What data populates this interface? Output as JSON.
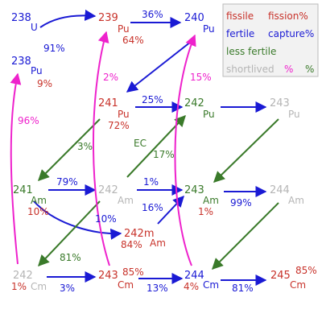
{
  "colors": {
    "blue": "#1a1ad4",
    "red": "#c8322a",
    "green": "#3a7a2a",
    "gray": "#b5b5b5",
    "magenta": "#ee22cc"
  },
  "nuclides": {
    "u238": {
      "mass": "238",
      "sym": "U"
    },
    "pu238": {
      "mass": "238",
      "sym": "Pu",
      "pct": "9%"
    },
    "pu239": {
      "mass": "239",
      "sym": "Pu",
      "pct": "64%"
    },
    "pu240": {
      "mass": "240",
      "sym": "Pu"
    },
    "pu241": {
      "mass": "241",
      "sym": "Pu",
      "pct": "72%"
    },
    "pu242": {
      "mass": "242",
      "sym": "Pu"
    },
    "pu243": {
      "mass": "243",
      "sym": "Pu"
    },
    "am241": {
      "mass": "241",
      "sym": "Am",
      "pct": "10%"
    },
    "am242": {
      "mass": "242",
      "sym": "Am"
    },
    "am242m": {
      "mass": "242m",
      "sym": "Am",
      "pct": "84%"
    },
    "am243": {
      "mass": "243",
      "sym": "Am",
      "pct": "1%"
    },
    "am244": {
      "mass": "244",
      "sym": "Am"
    },
    "cm242": {
      "mass": "242",
      "sym": "Cm",
      "pct": "1%"
    },
    "cm243": {
      "mass": "243",
      "sym": "Cm",
      "pct": "85%"
    },
    "cm244": {
      "mass": "244",
      "sym": "Cm",
      "pct": "4%"
    },
    "cm245": {
      "mass": "245",
      "sym": "Cm",
      "pct": "85%"
    }
  },
  "labels": {
    "u238_pu239": "36%",
    "u238_pu238": "91%",
    "pu240_pu241": "2%",
    "pu241_pu242": "25%",
    "pu239_cm": "15%",
    "pu238_cm242": "96%",
    "pu241_am241": "3%",
    "ec": "EC",
    "am242_pu242": "17%",
    "am241_am242": "79%",
    "am242_am243": "1%",
    "am243_am244": "99%",
    "am241_am242m": "10%",
    "am242m_am243": "16%",
    "am242_cm242": "81%",
    "cm242_cm243": "3%",
    "cm243_cm244": "13%",
    "cm244_cm245": "81%"
  },
  "legend": {
    "fissile": "fissile",
    "fission": "fission%",
    "fertile": "fertile",
    "capture": "capture%",
    "less_fertile": "less fertile",
    "shortlived": "shortlived",
    "pct_magenta": "%",
    "pct_green": "%"
  }
}
